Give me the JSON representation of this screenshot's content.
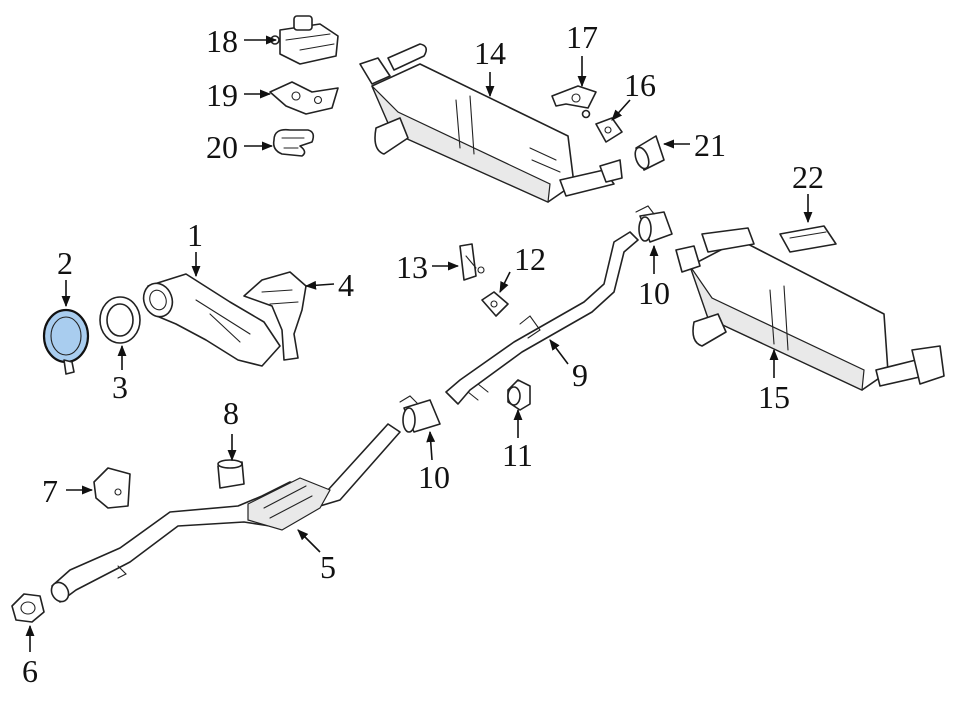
{
  "highlight_color": "#a9cdef",
  "line_color": "#222222",
  "callouts": {
    "c1": "1",
    "c2": "2",
    "c3": "3",
    "c4": "4",
    "c5": "5",
    "c6": "6",
    "c7": "7",
    "c8": "8",
    "c9": "9",
    "c10a": "10",
    "c10b": "10",
    "c11": "11",
    "c12": "12",
    "c13": "13",
    "c14": "14",
    "c15": "15",
    "c16": "16",
    "c17": "17",
    "c18": "18",
    "c19": "19",
    "c20": "20",
    "c21": "21",
    "c22": "22"
  }
}
